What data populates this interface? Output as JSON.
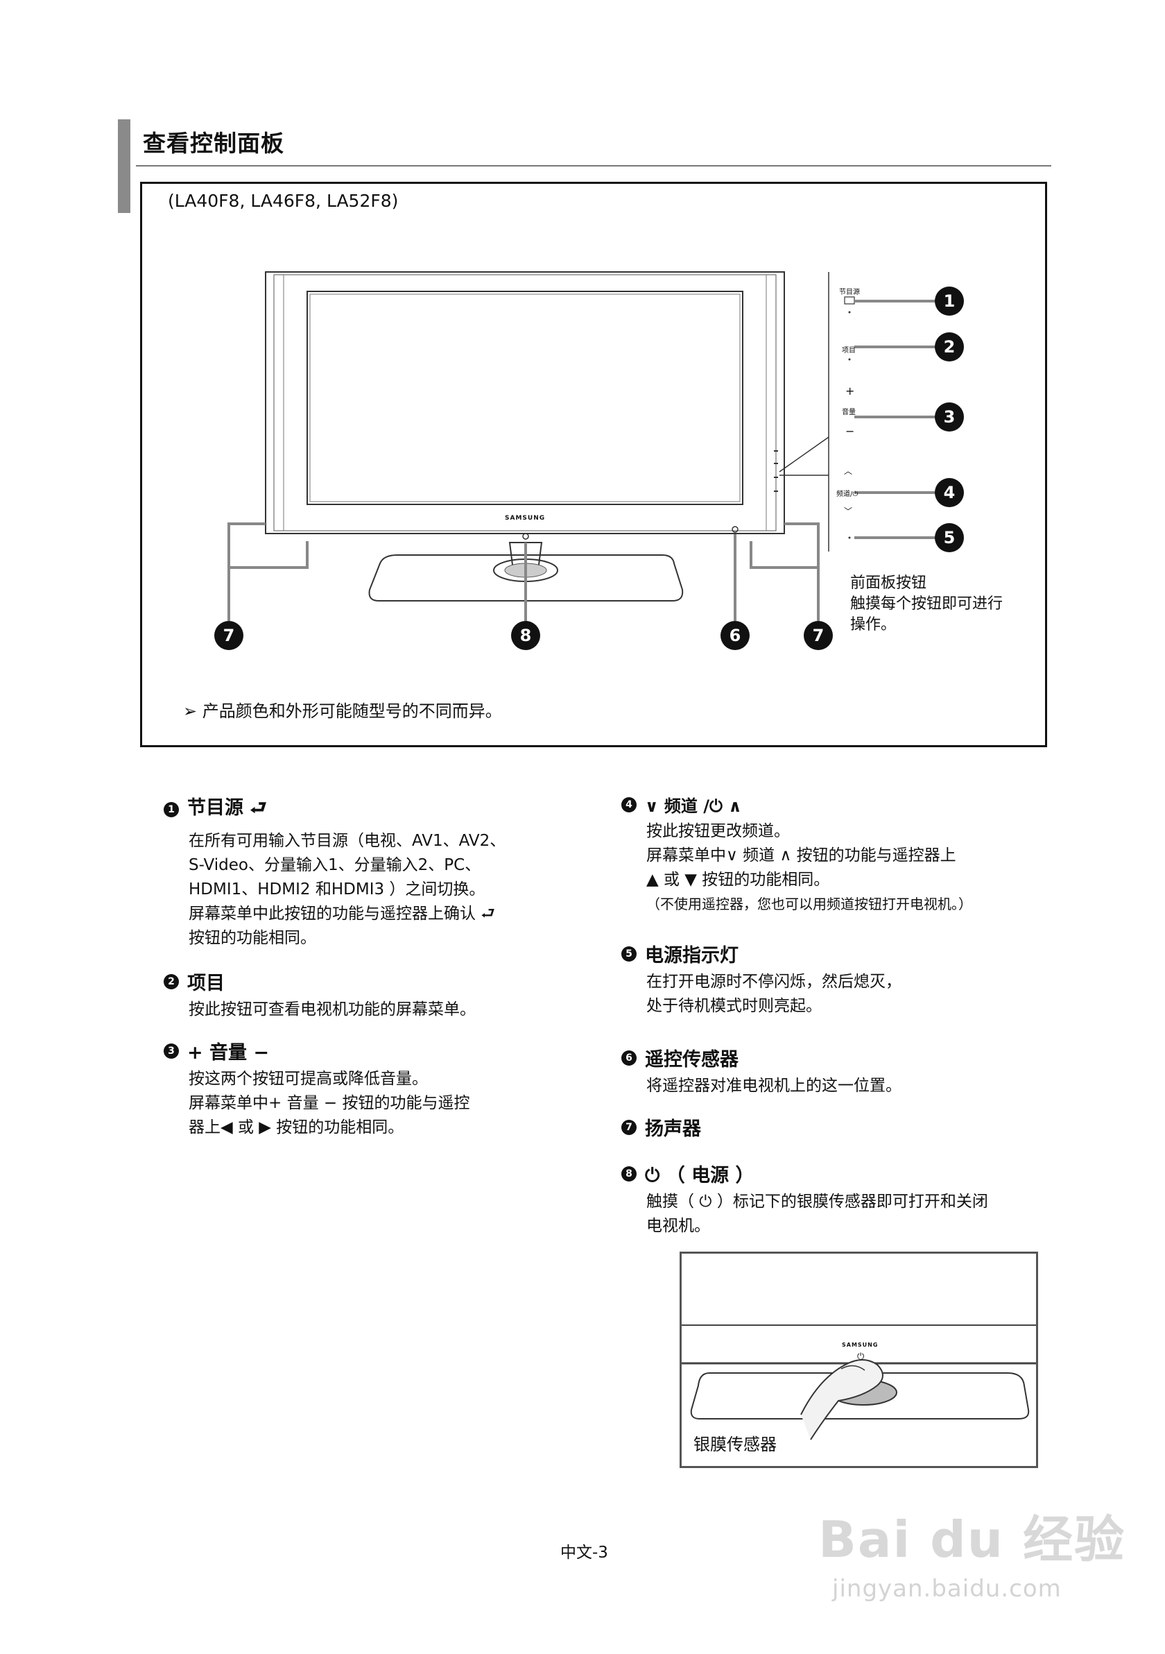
{
  "header": {
    "title": "查看控制面板"
  },
  "figure": {
    "models": "(LA40F8, LA46F8, LA52F8)",
    "brand": "SAMSUNG",
    "panel_labels": {
      "source": "节目源",
      "menu": "项目",
      "volume": "音量",
      "channel": "频道/⏻",
      "plus": "+",
      "minus": "−",
      "up": "︿",
      "down": "﹀"
    },
    "callouts": [
      "1",
      "2",
      "3",
      "4",
      "5",
      "6",
      "7",
      "8"
    ],
    "panel_caption": [
      "前面板按钮",
      "触摸每个按钮即可进行",
      "操作。"
    ],
    "note_arrow": "➢",
    "note": "产品颜色和外形可能随型号的不同而异。"
  },
  "sections": [
    {
      "num": "1",
      "title": "节目源 ⮐",
      "lines": [
        "在所有可用输入节目源（电视、AV1、AV2、",
        "S-Video、分量输入1、分量输入2、PC、",
        "HDMI1、HDMI2 和HDMI3 ）之间切换。",
        "屏幕菜单中此按钮的功能与遥控器上确认 ⮐",
        "按钮的功能相同。"
      ]
    },
    {
      "num": "2",
      "title": "项目",
      "lines": [
        "按此按钮可查看电视机功能的屏幕菜单。"
      ]
    },
    {
      "num": "3",
      "title": "+ 音量 −",
      "lines": [
        "按这两个按钮可提高或降低音量。",
        "屏幕菜单中+ 音量 − 按钮的功能与遥控",
        "器上◀ 或 ▶ 按钮的功能相同。"
      ]
    },
    {
      "num": "4",
      "title": "∨ 频道 /⏻ ∧",
      "lines": [
        "按此按钮更改频道。",
        "屏幕菜单中∨ 频道 ∧ 按钮的功能与遥控器上",
        "▲ 或 ▼ 按钮的功能相同。",
        "（不使用遥控器，您也可以用频道按钮打开电视机。）"
      ]
    },
    {
      "num": "5",
      "title": "电源指示灯",
      "lines": [
        "在打开电源时不停闪烁，然后熄灭，",
        "处于待机模式时则亮起。"
      ]
    },
    {
      "num": "6",
      "title": "遥控传感器",
      "lines": [
        "将遥控器对准电视机上的这一位置。"
      ]
    },
    {
      "num": "7",
      "title": "扬声器",
      "lines": []
    },
    {
      "num": "8",
      "title": "⏻ （ 电源 ）",
      "lines": [
        "触摸（ ⏻ ）标记下的银膜传感器即可打开和关闭",
        "电视机。"
      ]
    }
  ],
  "photo": {
    "brand": "SAMSUNG",
    "power_symbol": "⏻",
    "label": "银膜传感器"
  },
  "footer": {
    "page": "中文-3"
  },
  "watermark": {
    "logo": "Bai du 经验",
    "url": "jingyan.baidu.com"
  }
}
